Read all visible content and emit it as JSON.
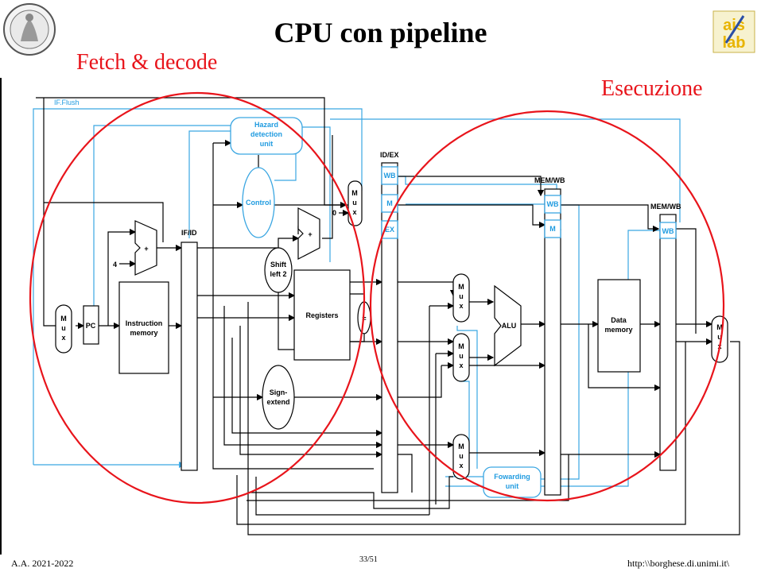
{
  "slide": {
    "title": "CPU con pipeline",
    "label_left": "Fetch & decode",
    "label_right": "Esecuzione",
    "footer_left": "A.A. 2021-2022",
    "footer_center": "33/51",
    "footer_right": "http:\\\\borghese.di.unimi.it\\"
  },
  "logo_right": {
    "line1": "ais",
    "line2": "lab"
  },
  "colors": {
    "title": "#000000",
    "annotation": "#e8141b",
    "control_wires": "#3aa6e2",
    "logo": "#e8b400"
  },
  "diagram": {
    "if_flush": "IF.Flush",
    "hazard_line1": "Hazard",
    "hazard_line2": "detection",
    "hazard_line3": "unit",
    "control": "Control",
    "id_ex": "ID/EX",
    "mem_wb_1": "MEM/WB",
    "mem_wb_2": "MEM/WB",
    "if_id": "IF/ID",
    "wb": "WB",
    "m": "M",
    "ex": "EX",
    "zero": "0",
    "four": "4",
    "plus": "+",
    "pc": "PC",
    "mux_m": "M",
    "mux_u": "u",
    "mux_x": "x",
    "instr_mem_line1": "Instruction",
    "instr_mem_line2": "memory",
    "shift_line1": "Shift",
    "shift_line2": "left 2",
    "registers": "Registers",
    "equals": "=",
    "sign_line1": "Sign-",
    "sign_line2": "extend",
    "alu": "ALU",
    "data_mem_line1": "Data",
    "data_mem_line2": "memory",
    "fwd_line1": "Fowarding",
    "fwd_line2": "unit"
  }
}
